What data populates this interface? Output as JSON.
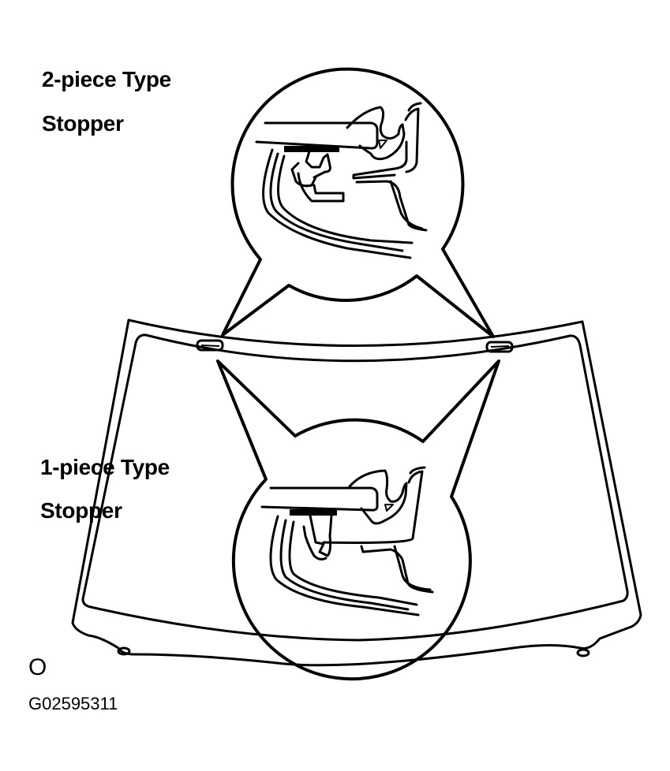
{
  "diagram": {
    "subject": "Windshield molding stopper locations",
    "colors": {
      "line": "#000000",
      "background": "#ffffff"
    },
    "callouts": [
      {
        "id": "upper",
        "title": "2-piece Type",
        "subtitle": "Stopper",
        "detail": "cross-section of 2-piece stopper clip"
      },
      {
        "id": "lower",
        "title": "1-piece Type",
        "subtitle": "Stopper",
        "detail": "cross-section of 1-piece stopper clip"
      }
    ],
    "front_marker": "O",
    "figure_id": "G02595311"
  }
}
